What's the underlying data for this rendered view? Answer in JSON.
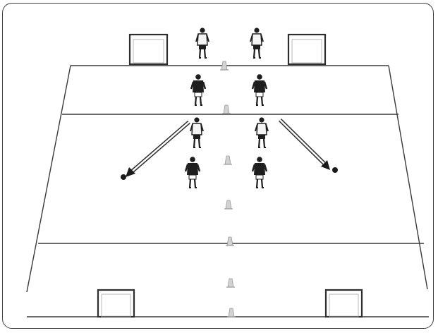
{
  "diagram": {
    "type": "soccer-drill-field",
    "colors": {
      "line": "#3a3a3a",
      "cone": "#c9c9c9",
      "player_dark": "#1e1e1e",
      "player_light": "#f4f4f4",
      "ball": "#1a1a1a",
      "frame": "#3c3c3c"
    },
    "elements": {
      "goals": 4,
      "cones": 7,
      "players_light": 4,
      "players_dark": 4,
      "balls": 2,
      "arrows": 2
    }
  }
}
